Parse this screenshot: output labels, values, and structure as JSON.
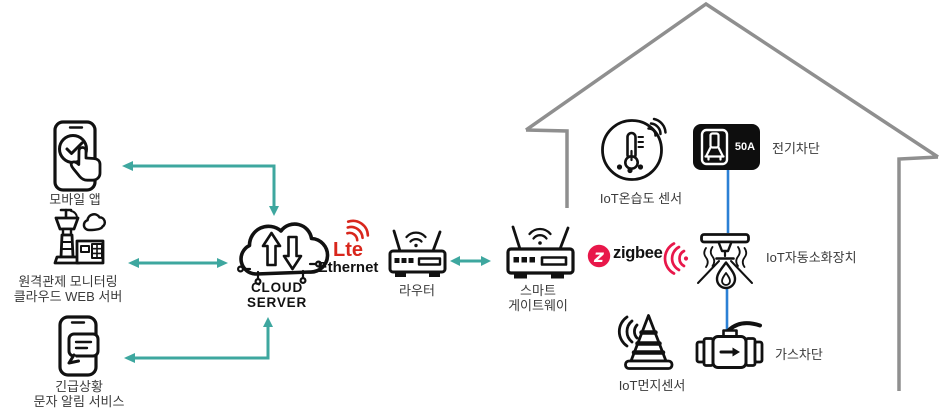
{
  "nodes": {
    "mobile_app": {
      "label": "모바일 앱"
    },
    "web_server": {
      "label1": "원격관제 모니터링",
      "label2": "클라우드 WEB 서버"
    },
    "sms_service": {
      "label1": "긴급상황",
      "label2": "문자 알림 서비스"
    },
    "cloud": {
      "label1": "CLOUD",
      "label2": "SERVER"
    },
    "link": {
      "lte": "Lte",
      "ethernet": "Ethernet"
    },
    "router": {
      "label": "라우터"
    },
    "gateway": {
      "label1": "스마트",
      "label2": "게이트웨이"
    },
    "zigbee": {
      "mark": "z",
      "label": "zigbee"
    },
    "temp_sensor": {
      "label": "IoT온습도 센서"
    },
    "breaker": {
      "rating": "50A",
      "label": "전기차단"
    },
    "extinguisher": {
      "label": "IoT자동소화장치"
    },
    "gas_valve": {
      "label": "가스차단"
    },
    "dust_sensor": {
      "label": "IoT먼지센서"
    }
  },
  "colors": {
    "arrow_teal": "#3ea79f",
    "wire_blue": "#2b80d5",
    "house_gray": "#8f8f8f",
    "lte_red": "#d8261c",
    "zigbee_red": "#e8174a",
    "icon_black": "#111111"
  }
}
